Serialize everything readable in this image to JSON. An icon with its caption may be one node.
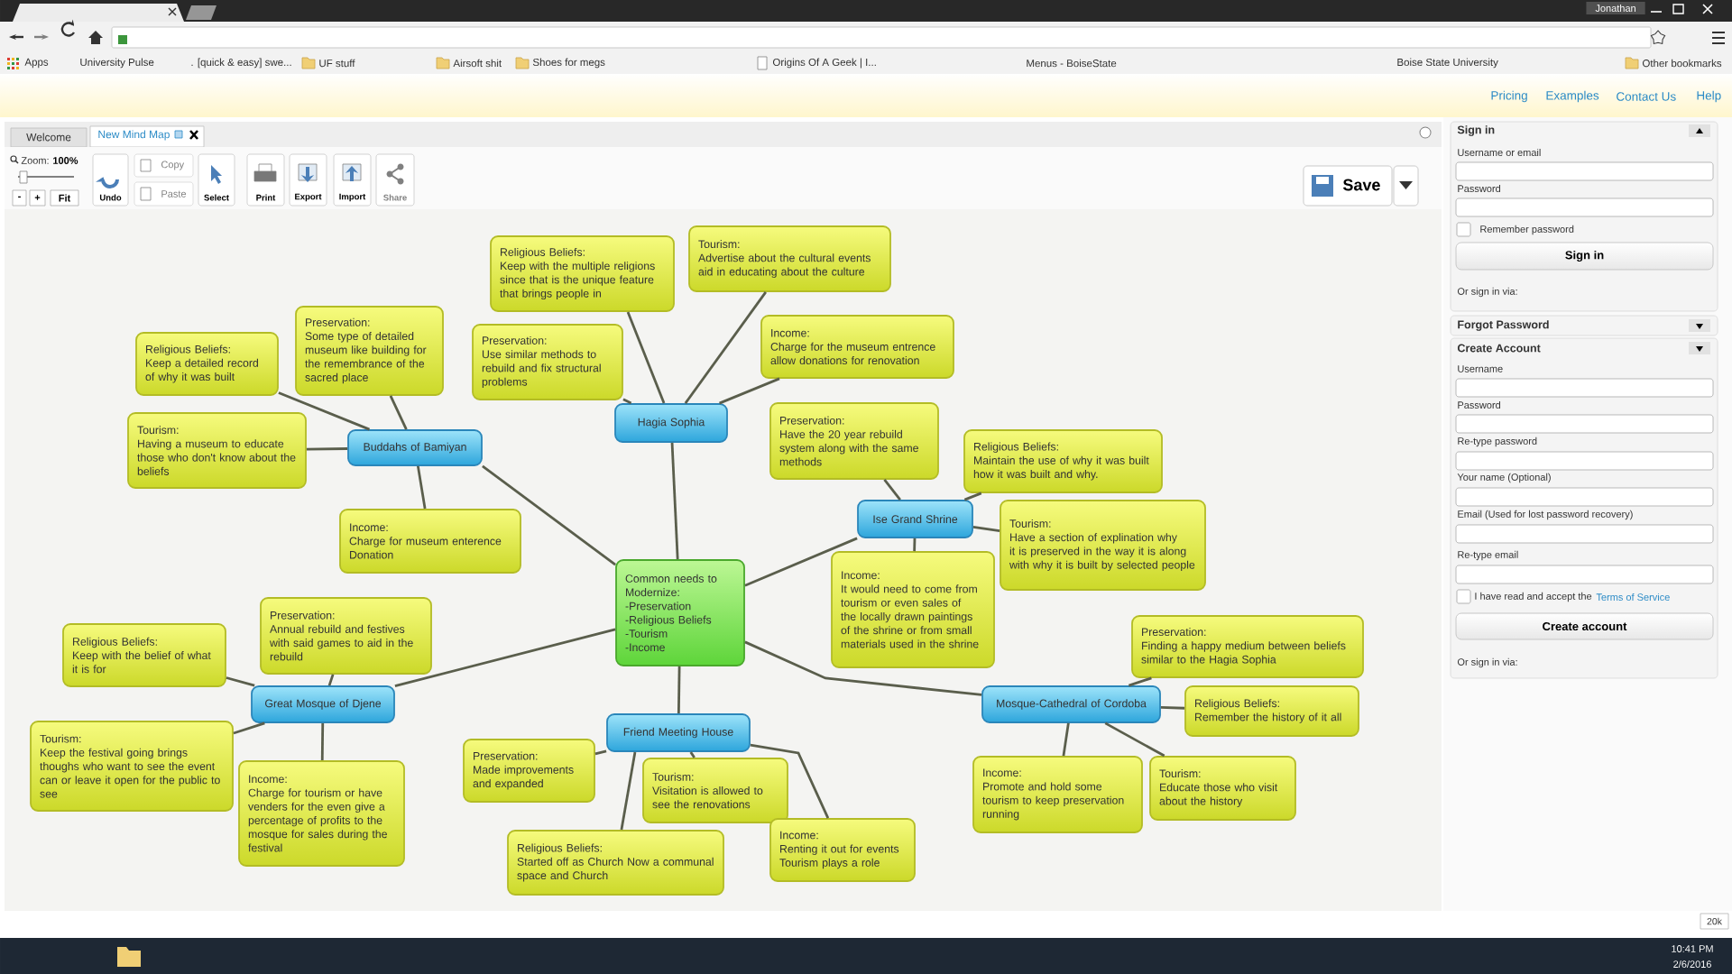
{
  "diagram": {
    "nodes": [
      {
        "text": [
          "Common needs to Modernize:",
          "-Preservation",
          "-Religious Beliefs",
          "-Tourism",
          "-Income"
        ]
      },
      {
        "text": [
          "Hagia Sophia"
        ]
      },
      {
        "text": [
          "Buddahs of Bamiyan"
        ]
      },
      {
        "text": [
          "Ise Grand Shrine"
        ]
      },
      {
        "text": [
          "Great Mosque of Djene"
        ]
      },
      {
        "text": [
          "Friend Meeting House"
        ]
      },
      {
        "text": [
          "Mosque-Cathedral of Cordoba"
        ]
      },
      {
        "text": [
          "Religious Beliefs:",
          "Keep with the multiple religions since that is the unique feature that brings people in"
        ]
      },
      {
        "text": [
          "Tourism:",
          "Advertise about the cultural events aid in educating about the culture"
        ]
      },
      {
        "text": [
          "Preservation:",
          "Use similar methods to rebuild and fix structural problems"
        ]
      },
      {
        "text": [
          "Income:",
          "Charge for the museum entrence allow donations for renovation"
        ]
      },
      {
        "text": [
          "Religious Beliefs:",
          "Keep a detailed record of why it was built"
        ]
      },
      {
        "text": [
          "Preservation:",
          "Some type of detailed museum like building for the remembrance of the sacred place"
        ]
      },
      {
        "text": [
          "Tourism:",
          "Having a museum to educate those who don't know about the beliefs"
        ]
      },
      {
        "text": [
          "Income:",
          "Charge for museum enterence Donation"
        ]
      },
      {
        "text": [
          "Preservation:",
          "Have the 20 year rebuild system along with the same methods"
        ]
      },
      {
        "text": [
          "Religious Beliefs:",
          "Maintain the use of why it was built how it was built and why."
        ]
      },
      {
        "text": [
          "Tourism:",
          "Have a section of explination why it is preserved in the way it is along with why it is built by selected people"
        ]
      },
      {
        "text": [
          "Income:",
          "It would need to come from tourism or even sales of the locally drawn paintings of the shrine or from small materials used in the shrine"
        ]
      },
      {
        "text": [
          "Preservation:",
          "Annual rebuild and festives with said games to aid in the rebuild"
        ]
      },
      {
        "text": [
          "Religious Beliefs:",
          "Keep with the belief of what it is for"
        ]
      },
      {
        "text": [
          "Tourism:",
          "Keep the festival going brings thoughs who want to see the event can or leave it open for the public to see"
        ]
      },
      {
        "text": [
          "Income:",
          "Charge for tourism or have venders for the even give a percentage of profits to the mosque for sales during the festival"
        ]
      },
      {
        "text": [
          "Preservation:",
          "Made improvements and expanded"
        ]
      },
      {
        "text": [
          "Tourism:",
          "Visitation is allowed to see the renovations"
        ]
      },
      {
        "text": [
          "Religious Beliefs:",
          "Started off as Church Now a communal space and Church"
        ]
      },
      {
        "text": [
          "Income:",
          "Renting it out for events Tourism plays a role"
        ]
      },
      {
        "text": [
          "Preservation:",
          "Finding a happy medium between beliefs similar to the Hagia Sophia"
        ]
      },
      {
        "text": [
          "Religious Beliefs:",
          "Remember the history of it all"
        ]
      },
      {
        "text": [
          "Income:",
          "Promote and hold some tourism to keep preservation running"
        ]
      },
      {
        "text": [
          "Tourism:",
          "Educate those who visit about the history"
        ]
      }
    ],
    "edges": [
      {
        "from": 0,
        "to": 1,
        "arrow": "none"
      },
      {
        "from": 0,
        "to": 2,
        "arrow": "none"
      },
      {
        "from": 0,
        "to": 3,
        "arrow": "none"
      },
      {
        "from": 0,
        "to": 4,
        "arrow": "none"
      },
      {
        "from": 0,
        "to": 5,
        "arrow": "none"
      },
      {
        "from": 0,
        "to": 6,
        "arrow": "none"
      },
      {
        "from": 1,
        "to": 7,
        "arrow": "none"
      },
      {
        "from": 1,
        "to": 8,
        "arrow": "none"
      },
      {
        "from": 1,
        "to": 9,
        "arrow": "none"
      },
      {
        "from": 1,
        "to": 10,
        "arrow": "none"
      },
      {
        "from": 2,
        "to": 11,
        "arrow": "none"
      },
      {
        "from": 2,
        "to": 12,
        "arrow": "none"
      },
      {
        "from": 2,
        "to": 13,
        "arrow": "none"
      },
      {
        "from": 2,
        "to": 14,
        "arrow": "none"
      },
      {
        "from": 3,
        "to": 15,
        "arrow": "none"
      },
      {
        "from": 3,
        "to": 16,
        "arrow": "none"
      },
      {
        "from": 3,
        "to": 17,
        "arrow": "none"
      },
      {
        "from": 3,
        "to": 18,
        "arrow": "none"
      },
      {
        "from": 4,
        "to": 19,
        "arrow": "none"
      },
      {
        "from": 4,
        "to": 20,
        "arrow": "none"
      },
      {
        "from": 4,
        "to": 21,
        "arrow": "none"
      },
      {
        "from": 4,
        "to": 22,
        "arrow": "none"
      },
      {
        "from": 5,
        "to": 23,
        "arrow": "none"
      },
      {
        "from": 5,
        "to": 24,
        "arrow": "none"
      },
      {
        "from": 5,
        "to": 25,
        "arrow": "none"
      },
      {
        "from": 5,
        "to": 26,
        "arrow": "none"
      },
      {
        "from": 6,
        "to": 27,
        "arrow": "none"
      },
      {
        "from": 6,
        "to": 28,
        "arrow": "none"
      },
      {
        "from": 6,
        "to": 29,
        "arrow": "none"
      },
      {
        "from": 6,
        "to": 30,
        "arrow": "none"
      }
    ],
    "labels": [
      "Jonathan",
      "Apps",
      "University Pulse",
      ". [quick & easy] swe...",
      "UF stuff",
      "Airsoft shit",
      "Shoes for megs",
      "Origins Of A Geek | I...",
      "Menus - BoiseState",
      "Boise State University",
      "Other bookmarks",
      "Pricing",
      "Examples",
      "Contact Us",
      "Help",
      "Welcome",
      "New Mind Map",
      "Zoom:",
      "100%",
      "-",
      "+",
      "Fit",
      "Undo",
      "Copy",
      "Paste",
      "Select",
      "Print",
      "Export",
      "Import",
      "Share",
      "Save",
      "Sign in",
      "Username or email",
      "Password",
      "Remember password",
      "Sign in",
      "Or sign in via:",
      "Forgot Password",
      "Create Account",
      "Username",
      "Password",
      "Re-type password",
      "Your name (Optional)",
      "Email (Used for lost password recovery)",
      "Re-type email",
      "I have read and accept the",
      "Terms of Service",
      "Create account",
      "Or sign in via:",
      "20k",
      "10:41 PM",
      "2/6/2016"
    ]
  }
}
